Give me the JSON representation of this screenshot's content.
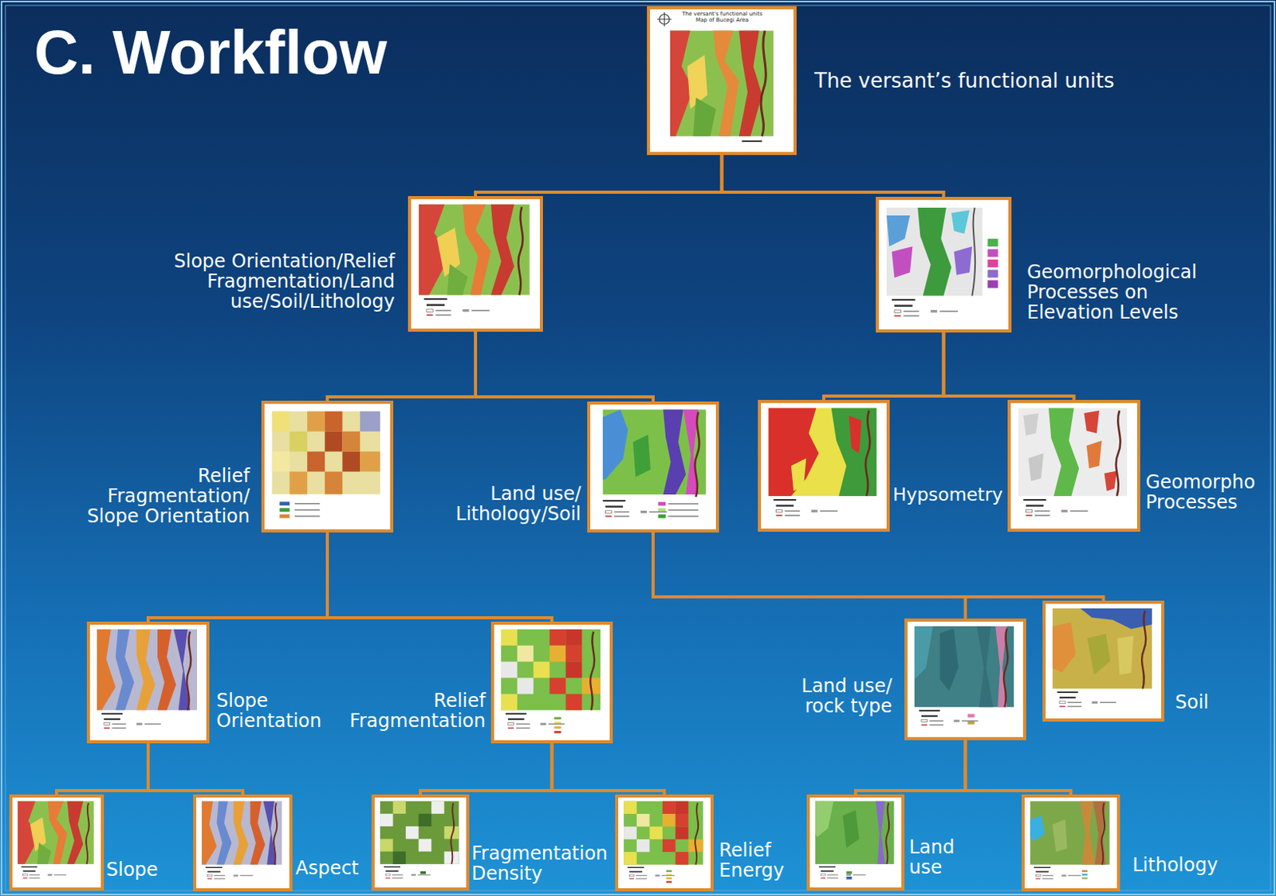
{
  "diagram": {
    "title": "C. Workflow",
    "nodes": [
      {
        "text": [
          "The versant’s functional units",
          "The versant's functional units Map of Bucegi Area"
        ]
      },
      {
        "text": [
          "Slope Orientation/Relief Fragmentation/Land use/Soil/Lithology"
        ]
      },
      {
        "text": [
          "Geomorphological Processes on Elevation Levels"
        ]
      },
      {
        "text": [
          "Relief Fragmentation/ Slope Orientation"
        ]
      },
      {
        "text": [
          "Land use/ Lithology/Soil"
        ]
      },
      {
        "text": [
          "Hypsometry"
        ]
      },
      {
        "text": [
          "Geomorpho Processes"
        ]
      },
      {
        "text": [
          "Slope Orientation"
        ]
      },
      {
        "text": [
          "Relief Fragmentation"
        ]
      },
      {
        "text": [
          "Land use/ rock type"
        ]
      },
      {
        "text": [
          "Soil"
        ]
      },
      {
        "text": [
          "Slope"
        ]
      },
      {
        "text": [
          "Aspect"
        ]
      },
      {
        "text": [
          "Fragmentation Density"
        ]
      },
      {
        "text": [
          "Relief Energy"
        ]
      },
      {
        "text": [
          "Land use"
        ]
      },
      {
        "text": [
          "Lithology"
        ]
      }
    ],
    "edges": [
      {
        "from": 0,
        "to": 1,
        "arrow": "none"
      },
      {
        "from": 0,
        "to": 2,
        "arrow": "none"
      },
      {
        "from": 1,
        "to": 3,
        "arrow": "none"
      },
      {
        "from": 1,
        "to": 4,
        "arrow": "none"
      },
      {
        "from": 2,
        "to": 5,
        "arrow": "none"
      },
      {
        "from": 2,
        "to": 6,
        "arrow": "none"
      },
      {
        "from": 3,
        "to": 7,
        "arrow": "none"
      },
      {
        "from": 3,
        "to": 8,
        "arrow": "none"
      },
      {
        "from": 4,
        "to": 9,
        "arrow": "none"
      },
      {
        "from": 4,
        "to": 10,
        "arrow": "none"
      },
      {
        "from": 7,
        "to": 11,
        "arrow": "none"
      },
      {
        "from": 7,
        "to": 12,
        "arrow": "none"
      },
      {
        "from": 8,
        "to": 13,
        "arrow": "none"
      },
      {
        "from": 8,
        "to": 14,
        "arrow": "none"
      },
      {
        "from": 9,
        "to": 15,
        "arrow": "none"
      },
      {
        "from": 9,
        "to": 16,
        "arrow": "none"
      }
    ]
  }
}
